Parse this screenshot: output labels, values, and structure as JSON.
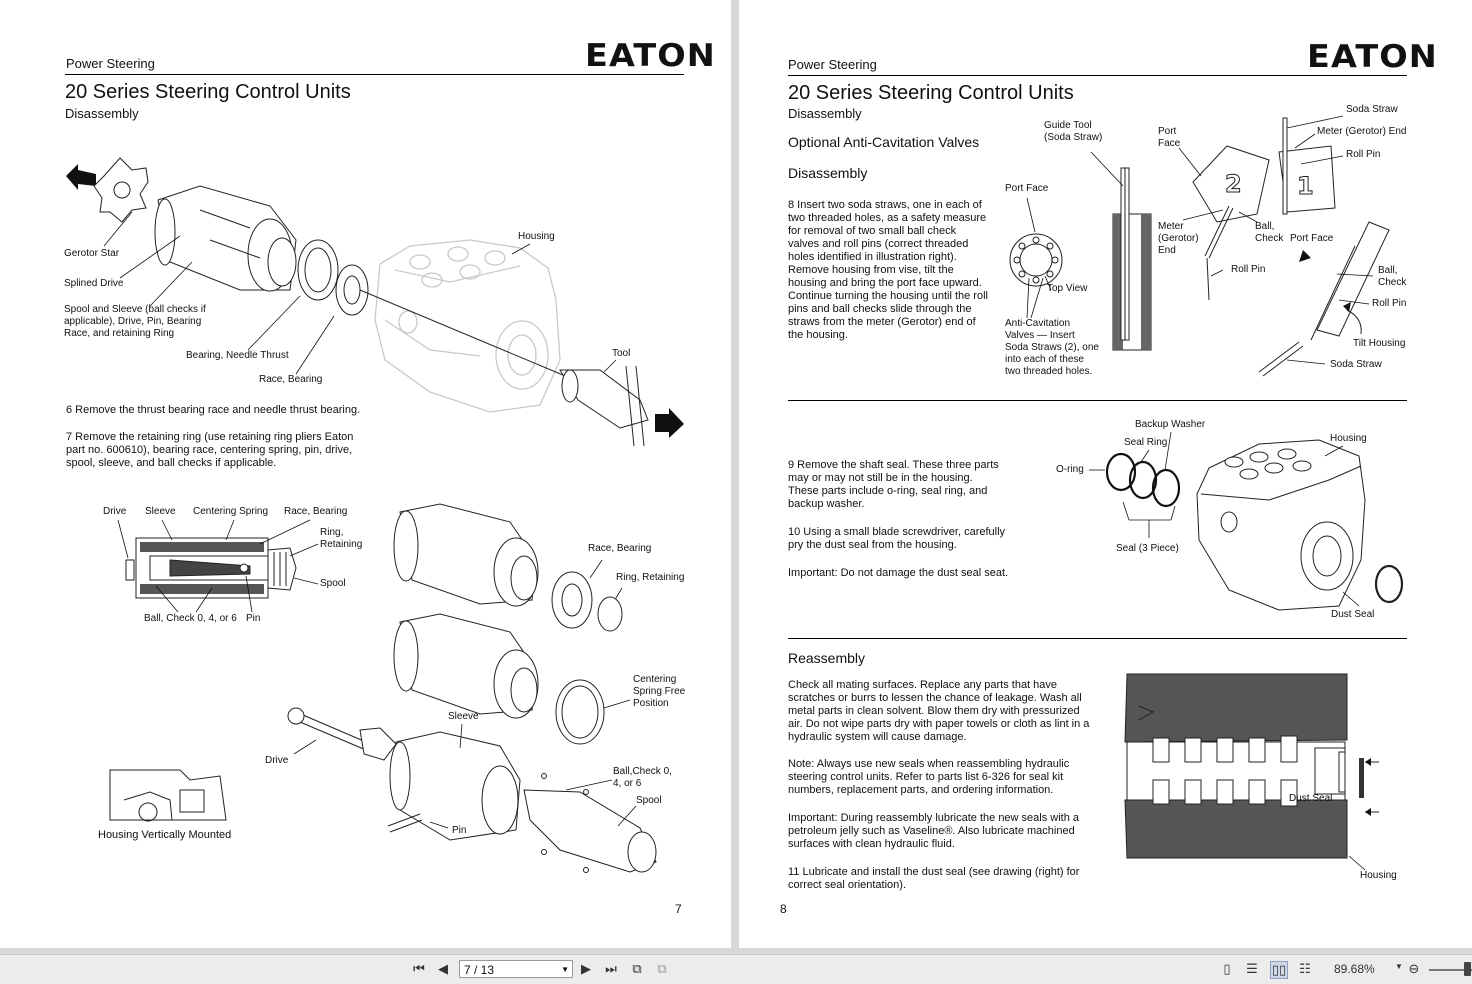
{
  "left_page": {
    "header_section": "Power Steering",
    "logo_text": "EATON",
    "title": "20 Series Steering Control Units",
    "subtitle": "Disassembly",
    "fig1_labels": {
      "gerotor_star": "Gerotor Star",
      "splined_drive": "Splined Drive",
      "spool_sleeve": "Spool and Sleeve (ball checks if applicable), Drive, Pin, Bearing Race, and retaining Ring",
      "bearing_needle": "Bearing, Needle Thrust",
      "race_bearing": "Race, Bearing",
      "housing": "Housing",
      "tool": "Tool"
    },
    "step6": "6  Remove the thrust bearing race and needle thrust bearing.",
    "step7": "7  Remove the retaining ring (use retaining ring pliers Eaton part no. 600610), bearing race, centering spring, pin, drive, spool, sleeve, and ball checks if applicable.",
    "fig2_labels": {
      "drive": "Drive",
      "sleeve": "Sleeve",
      "centering_spring": "Centering Spring",
      "race_bearing": "Race, Bearing",
      "ring_retaining": "Ring, Retaining",
      "spool": "Spool",
      "ball_check": "Ball, Check 0, 4, or 6",
      "pin": "Pin"
    },
    "fig3_labels": {
      "race_bearing": "Race, Bearing",
      "ring_retaining": "Ring, Retaining",
      "centering_spring_free": "Centering Spring Free Position",
      "sleeve": "Sleeve",
      "drive": "Drive",
      "ball_check": "Ball,Check 0, 4, or 6",
      "spool": "Spool",
      "pin": "Pin",
      "housing_vertical": "Housing Vertically Mounted"
    },
    "page_number": "7"
  },
  "right_page": {
    "header_section": "Power Steering",
    "logo_text": "EATON",
    "title": "20 Series Steering Control Units",
    "subtitle": "Disassembly",
    "optional_heading": "Optional Anti-Cavitation Valves",
    "disassembly_heading": "Disassembly",
    "step8": "8  Insert two soda straws, one in each of two threaded holes, as a safety measure for removal of two small ball check valves and roll pins (correct threaded holes identified in illustration right). Remove housing from vise, tilt the housing and bring the port face upward. Continue turning the housing until the roll pins and ball checks slide through the straws from the meter (Gerotor) end of the housing.",
    "fig_av_labels": {
      "guide_tool": "Guide Tool (Soda Straw)",
      "port_face_a": "Port Face",
      "top_view": "Top View",
      "anti_cav": "Anti-Cavitation Valves — Insert Soda Straws (2), one into each of these two threaded holes.",
      "port_face_b": "Port Face",
      "meter_end": "Meter (Gerotor) End",
      "ball_check_a": "Ball, Check",
      "roll_pin_a": "Roll Pin",
      "soda_straw_a": "Soda Straw",
      "meter_gerotor_end": "Meter (Gerotor) End",
      "roll_pin_b": "Roll Pin",
      "port_face_c": "Port Face",
      "ball_check_b": "Ball, Check",
      "roll_pin_c": "Roll Pin",
      "tilt_housing": "Tilt Housing",
      "soda_straw_b": "Soda Straw",
      "num2": "2",
      "num1": "1"
    },
    "step9": "9  Remove the shaft seal. These three parts may or may not still be in the housing. These parts include o-ring, seal ring, and backup washer.",
    "step10": "10  Using a small blade screwdriver, carefully pry the dust seal from the housing.",
    "important1": "Important:  Do not damage the dust seal seat.",
    "fig_seal_labels": {
      "backup_washer": "Backup Washer",
      "seal_ring": "Seal Ring",
      "o_ring": "O-ring",
      "seal_3piece": "Seal (3 Piece)",
      "housing": "Housing",
      "dust_seal": "Dust Seal"
    },
    "reassembly_heading": "Reassembly",
    "reassembly_p1": "Check all mating surfaces.  Replace any parts that have scratches or burrs to lessen the chance of leakage.  Wash all metal parts in clean solvent.  Blow them dry with pressurized air.  Do not wipe parts dry with paper towels or cloth as lint in a hydraulic system will cause damage.",
    "reassembly_note": "Note:  Always use new seals when reassembling hydraulic steering control units.  Refer to parts list 6-326 for seal kit numbers, replacement parts, and ordering information.",
    "reassembly_important": "Important:  During reassembly lubricate the new seals with a petroleum jelly such as Vaseline®.  Also lubricate machined surfaces with clean hydraulic fluid.",
    "step11": "11  Lubricate and install the dust seal (see drawing (right) for correct seal orientation).",
    "fig_reasm_labels": {
      "dust_seal": "Dust Seal",
      "housing": "Housing"
    },
    "page_number": "8"
  },
  "toolbar": {
    "page_value": "7 / 13",
    "zoom_value": "89.68%"
  },
  "icons": [
    "first-page-icon",
    "prev-page-icon",
    "next-page-icon",
    "last-page-icon",
    "previous-view-icon",
    "next-view-icon",
    "single-page-icon",
    "continuous-icon",
    "facing-icon",
    "continuous-facing-icon",
    "zoom-out-icon"
  ]
}
